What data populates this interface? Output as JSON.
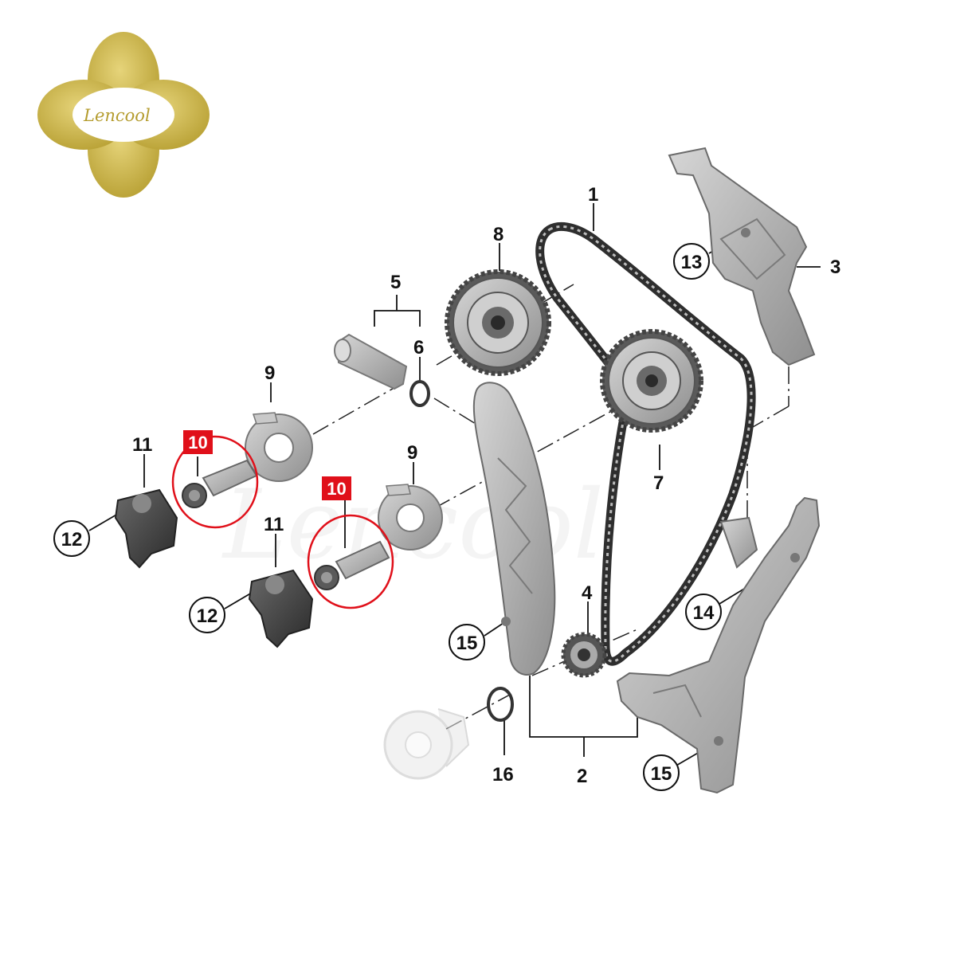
{
  "brand": {
    "logo_text": "Lencool",
    "gold": "#cbb54a",
    "gold_dark": "#b49c2e"
  },
  "watermark": {
    "text": "Lencool"
  },
  "highlight_color": "#e0101a",
  "labels": {
    "n1": "1",
    "n2": "2",
    "n3": "3",
    "n4": "4",
    "n5": "5",
    "n6": "6",
    "n7": "7",
    "n8": "8",
    "n9a": "9",
    "n9b": "9",
    "n10a": "10",
    "n10b": "10",
    "n11a": "11",
    "n11b": "11",
    "n12a": "12",
    "n12b": "12",
    "n13": "13",
    "n14": "14",
    "n15a": "15",
    "n15b": "15",
    "n16": "16"
  }
}
